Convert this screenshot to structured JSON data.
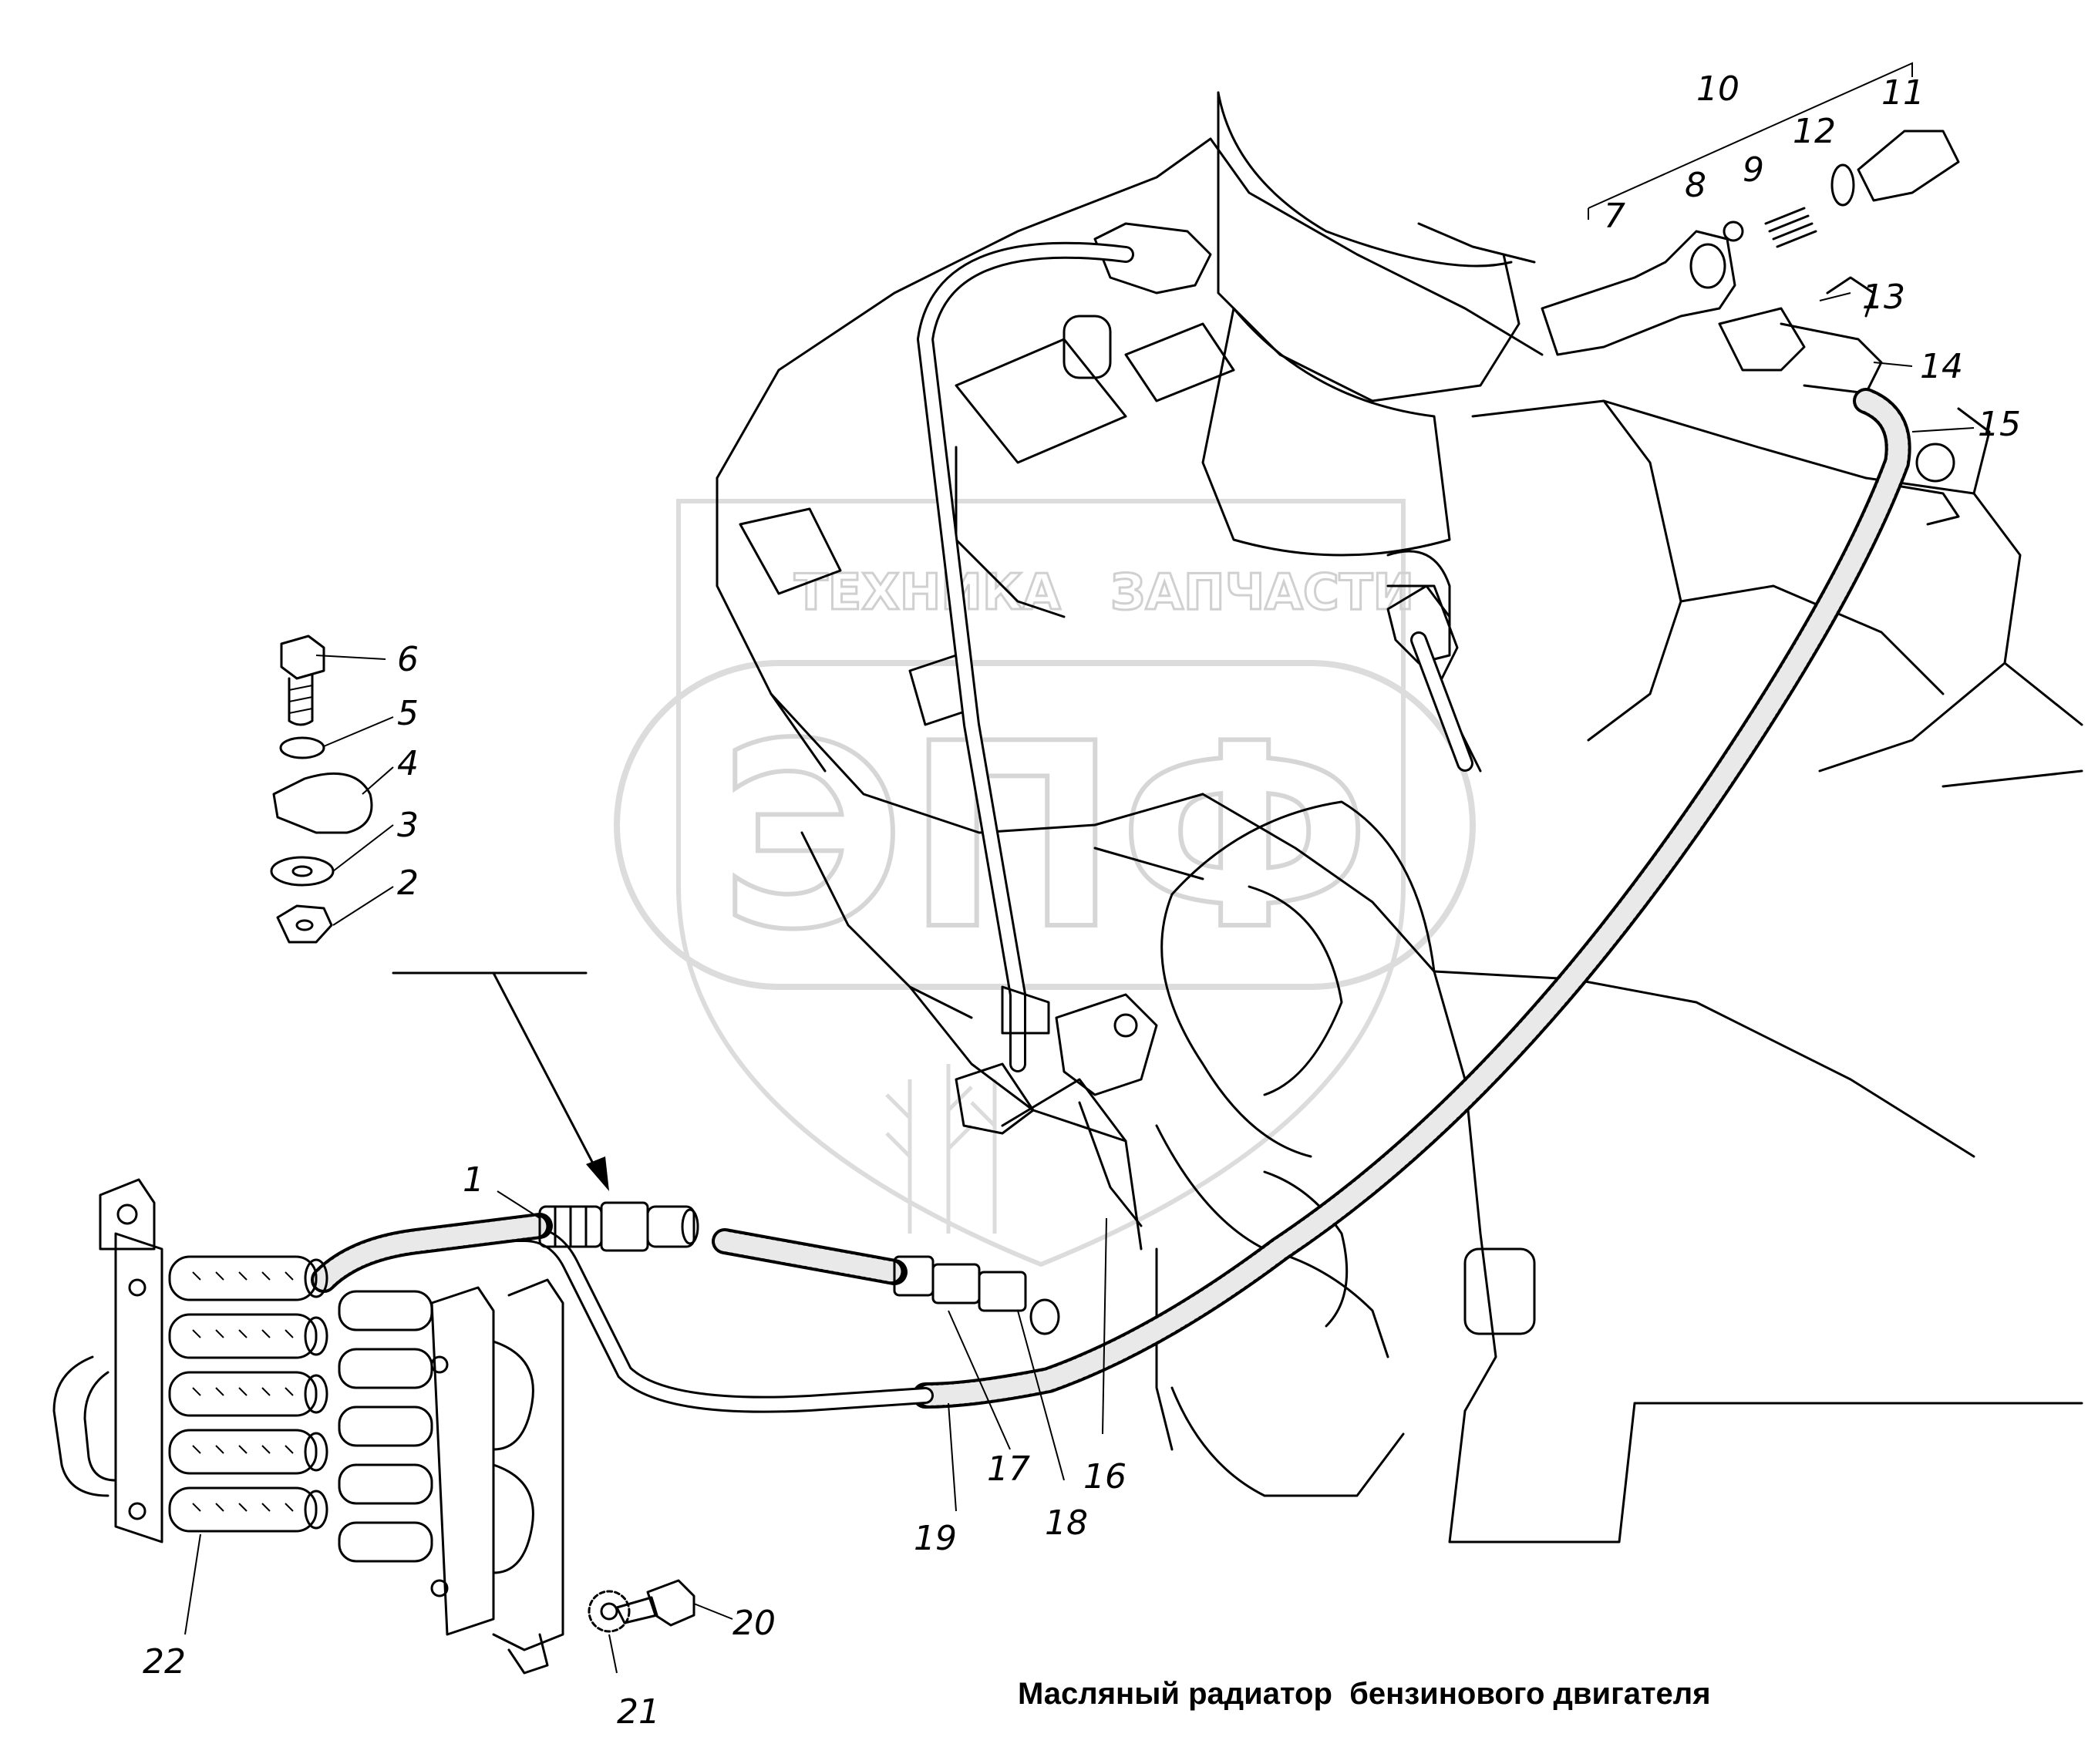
{
  "watermark": {
    "brand_left": "ТЕХНИКА",
    "brand_right": "ЗАПЧАСТИ",
    "logo_letters": "ЭПФ"
  },
  "callouts": {
    "c1": "1",
    "c2": "2",
    "c3": "3",
    "c4": "4",
    "c5": "5",
    "c6": "6",
    "c7": "7",
    "c8": "8",
    "c9": "9",
    "c10": "10",
    "c11": "11",
    "c12": "12",
    "c13": "13",
    "c14": "14",
    "c15": "15",
    "c16": "16",
    "c17": "17",
    "c18": "18",
    "c19": "19",
    "c20": "20",
    "c21": "21",
    "c22": "22"
  },
  "caption": "Масляный радиатор  бензинового двигателя"
}
